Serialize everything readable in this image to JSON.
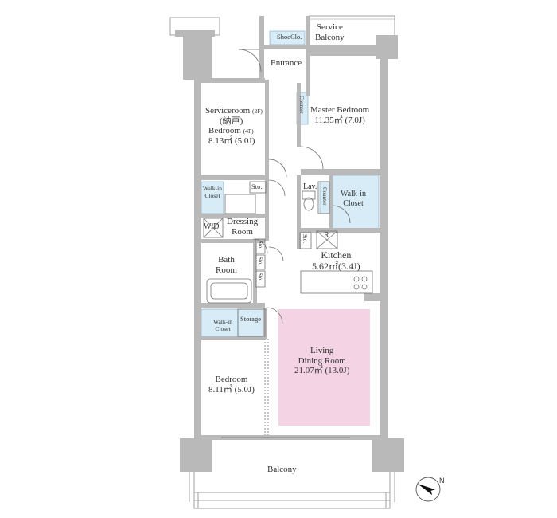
{
  "rooms": {
    "service_balcony": [
      "Service",
      "Balcony"
    ],
    "entrance": "Entrance",
    "shoe_closet": "ShoeClo.",
    "master_bedroom": {
      "name": "Master Bedroom",
      "area": "11.35㎡ (7.0J)"
    },
    "counter_master": "Counter",
    "service_room": {
      "line1": "Serviceroom",
      "note_2f": "(2F)",
      "line2": "(納戸)",
      "line3": "Bedroom",
      "note_4f": "(4F)",
      "area": "8.13㎡ (5.0J)"
    },
    "walk_in_closet_small_1": [
      "Walk-in",
      "Closet"
    ],
    "storage_sto": "Sto.",
    "wd": "W/D",
    "dressing_room": [
      "Dressing",
      "Room"
    ],
    "lavatory": "Lav.",
    "counter_lav": "Counter",
    "walk_in_closet_main": [
      "Walk-in",
      "Closet"
    ],
    "refrigerator": "R",
    "kitchen": {
      "name": "Kitchen",
      "area": "5.62㎡(3.4J)"
    },
    "bath_room": [
      "Bath",
      "Room"
    ],
    "walk_in_closet_small_2": [
      "Walk-in",
      "Closet"
    ],
    "storage": "Storage",
    "living": {
      "line1": "Living",
      "line2": "Dining Room",
      "area": "21.07㎡ (13.0J)"
    },
    "bedroom": {
      "name": "Bedroom",
      "area": "8.11㎡ (5.0J)"
    },
    "balcony": "Balcony"
  },
  "compass": {
    "label": "N",
    "rotation_deg": -62
  },
  "colors": {
    "wall": "#b9b9b9",
    "line": "#707070",
    "closet_fill": "#d7ecf7",
    "living_fill": "#f4d4e4"
  }
}
